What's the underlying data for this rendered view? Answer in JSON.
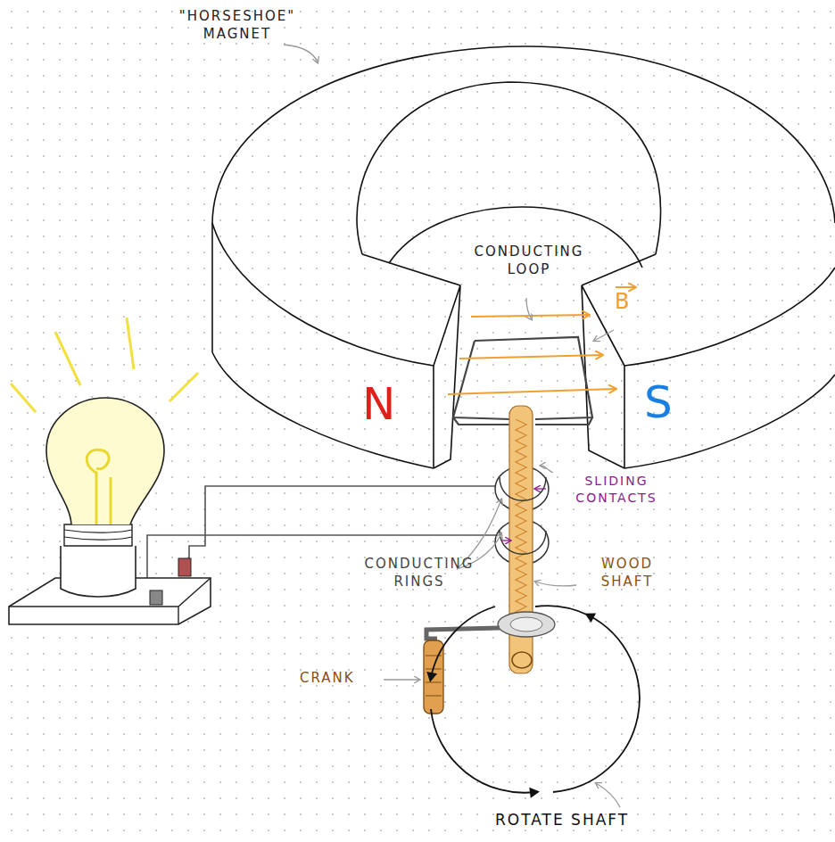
{
  "diagram": {
    "labels": [
      "\"HORSESHOE\" MAGNET",
      "CONDUCTING LOOP",
      "B",
      "N",
      "S",
      "SLIDING CONTACTS",
      "CONDUCTING RINGS",
      "WOOD SHAFT",
      "CRANK",
      "ROTATE SHAFT"
    ]
  }
}
